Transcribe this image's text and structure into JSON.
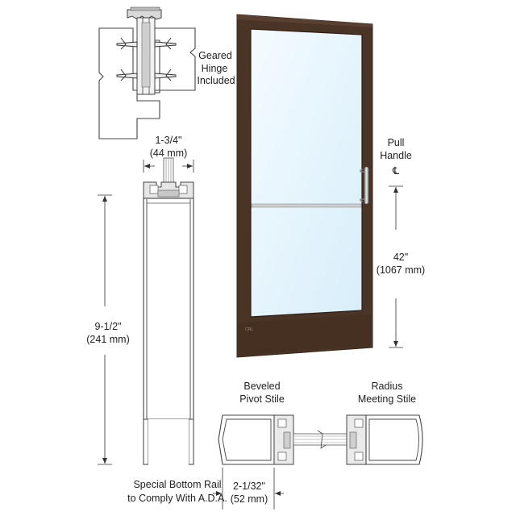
{
  "hinge": {
    "line1": "Geared",
    "line2": "Hinge",
    "line3": "Included"
  },
  "top_rail": {
    "width_in": "1-3/4\"",
    "width_mm": "(44 mm)"
  },
  "bottom_rail": {
    "height_in": "9-1/2\"",
    "height_mm": "(241 mm)",
    "note1": "Special Bottom Rail",
    "note2": "to Comply With A.D.A."
  },
  "pull_handle": {
    "line1": "Pull",
    "line2": "Handle",
    "symbol": "℄",
    "height_in": "42\"",
    "height_mm": "(1067 mm)"
  },
  "stiles": {
    "beveled1": "Beveled",
    "beveled2": "Pivot Stile",
    "radius1": "Radius",
    "radius2": "Meeting Stile",
    "width_in": "2-1/32\"",
    "width_mm": "(52 mm)"
  },
  "door": {
    "frame_color": "#4a3426",
    "glass_color": "#dff1fc",
    "brand_mark": "CRL"
  }
}
